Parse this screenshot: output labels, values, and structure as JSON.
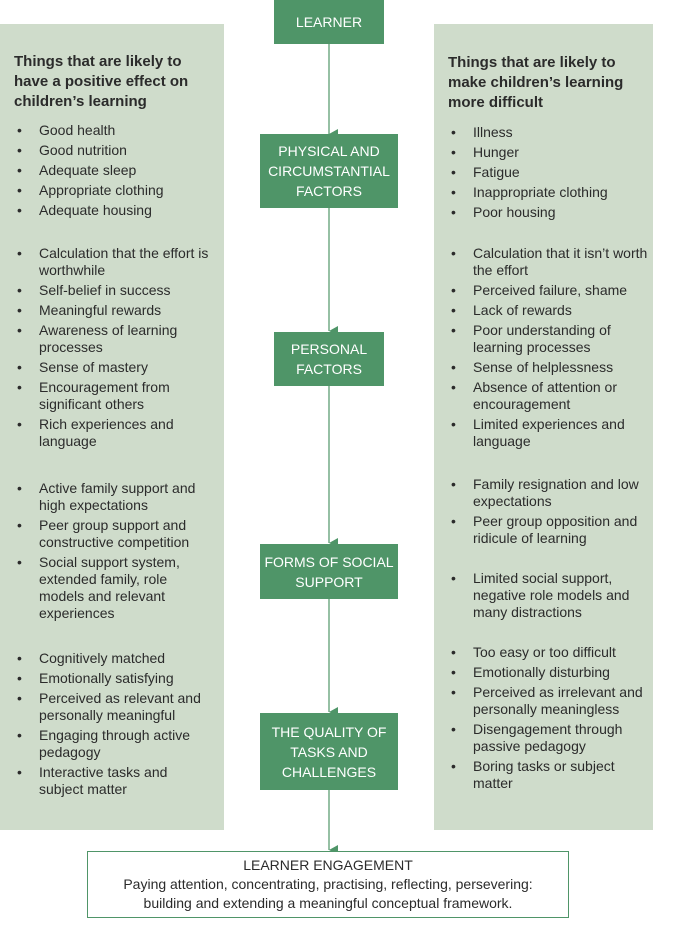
{
  "center_boxes": [
    {
      "id": "learner",
      "label": "LEARNER"
    },
    {
      "id": "physical",
      "label": "PHYSICAL AND\nCIRCUMSTANTIAL\nFACTORS"
    },
    {
      "id": "personal",
      "label": "PERSONAL\nFACTORS"
    },
    {
      "id": "social",
      "label": "FORMS OF SOCIAL\nSUPPORT"
    },
    {
      "id": "tasks",
      "label": "THE QUALITY OF\nTASKS AND\nCHALLENGES"
    }
  ],
  "engagement": {
    "title": "LEARNER ENGAGEMENT",
    "text": "Paying attention, concentrating, practising, reflecting, persevering:\nbuilding and extending a meaningful conceptual framework."
  },
  "left_panel": {
    "title": "Things that are likely to have a positive effect on children’s learning",
    "groups": [
      [
        "Good health",
        "Good nutrition",
        "Adequate sleep",
        "Appropriate clothing",
        "Adequate housing"
      ],
      [
        "Calculation that the effort is worthwhile",
        "Self-belief in success",
        "Meaningful rewards",
        "Awareness of learning processes",
        "Sense of mastery",
        "Encouragement from significant others",
        "Rich experiences and language"
      ],
      [
        "Active family support and high expectations",
        "Peer group support and constructive competition",
        "Social support system, extended family, role models  and relevant experiences"
      ],
      [
        "Cognitively matched",
        "Emotionally satisfying",
        "Perceived as relevant and personally meaningful",
        "Engaging through active pedagogy",
        "Interactive tasks and subject matter"
      ]
    ]
  },
  "right_panel": {
    "title": "Things that are likely to make children’s learning more difficult",
    "groups": [
      [
        "Illness",
        "Hunger",
        "Fatigue",
        "Inappropriate clothing",
        "Poor housing"
      ],
      [
        "Calculation that it isn’t worth the effort",
        "Perceived failure, shame",
        "Lack of rewards",
        "Poor understanding of learning processes",
        "Sense of helplessness",
        "Absence of attention or encouragement",
        "Limited experiences and language"
      ],
      [
        "Family resignation and low expectations",
        "Peer group opposition and ridicule of learning"
      ],
      [
        "Limited social support, negative role models and many distractions"
      ],
      [
        "Too easy or too difficult",
        "Emotionally disturbing",
        "Perceived as irrelevant and personally meaningless",
        "Disengagement through passive pedagogy",
        "Boring tasks or subject matter"
      ]
    ]
  },
  "colors": {
    "box_green": "#4f9568",
    "panel_green": "#cfdccb",
    "text": "#2b2b2b"
  }
}
